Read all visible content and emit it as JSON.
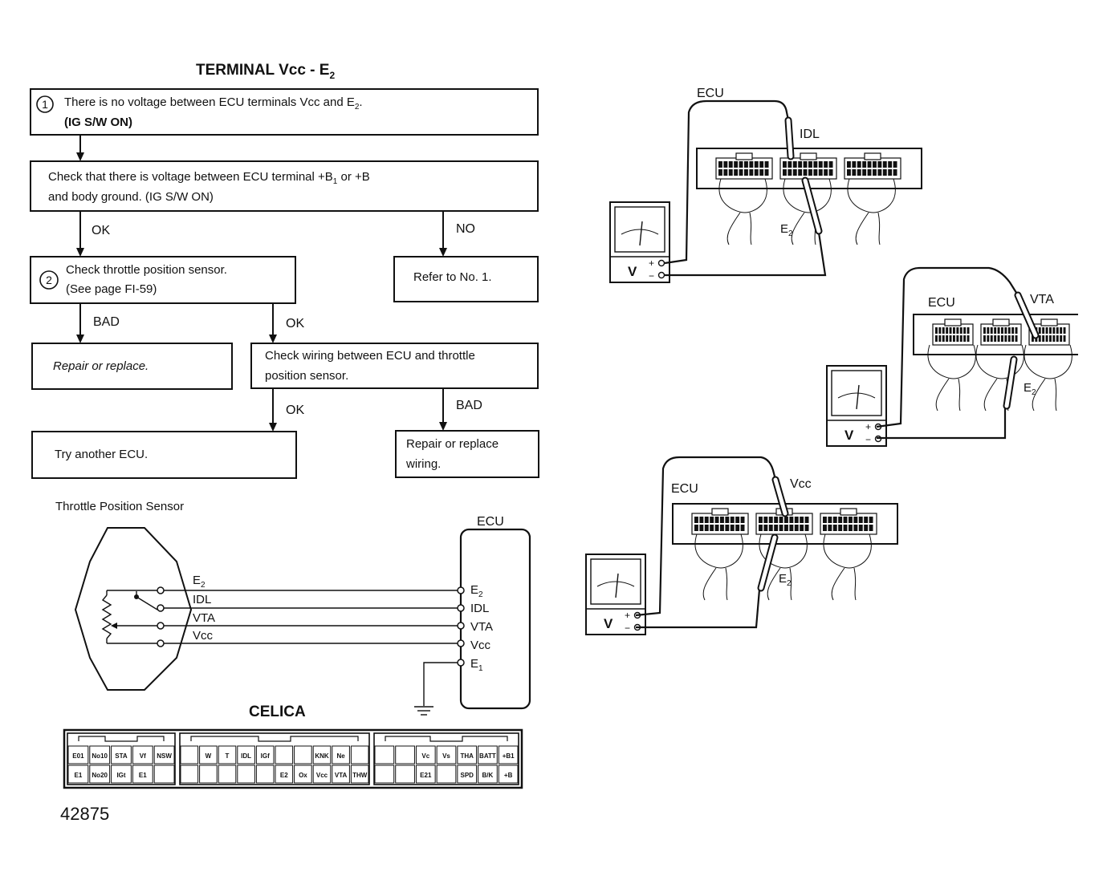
{
  "title_main": "TERMINAL Vcc - E",
  "title_sub": "2",
  "flow": {
    "step1_num": "1",
    "step1_line1_a": "There is no voltage between ECU terminals Vcc and E",
    "step1_line1_sub": "2",
    "step1_line1_b": ".",
    "step1_line2": "(IG S/W ON)",
    "check_b_line1_a": "Check that there is voltage between ECU terminal +B",
    "check_b_line1_sub": "1",
    "check_b_line1_b": " or +B",
    "check_b_line2": "and body ground. (IG S/W ON)",
    "ok1": "OK",
    "no1": "NO",
    "refer": "Refer to No. 1.",
    "step2_num": "2",
    "step2_line1": "Check throttle position sensor.",
    "step2_line2": "(See page FI-59)",
    "bad1": "BAD",
    "ok2": "OK",
    "repair1": "Repair or replace.",
    "wiring_line1": "Check wiring between ECU and throttle",
    "wiring_line2": "position sensor.",
    "ok3": "OK",
    "bad2": "BAD",
    "try_ecu": "Try another ECU.",
    "repair2_line1": "Repair or replace",
    "repair2_line2": "wiring."
  },
  "schematic": {
    "sensor_label": "Throttle Position Sensor",
    "ecu_label": "ECU",
    "left_terminals": [
      {
        "main": "E",
        "sub": "2"
      },
      {
        "main": "IDL",
        "sub": ""
      },
      {
        "main": "VTA",
        "sub": ""
      },
      {
        "main": "Vcc",
        "sub": ""
      }
    ],
    "right_terminals": [
      {
        "main": "E",
        "sub": "2"
      },
      {
        "main": "IDL",
        "sub": ""
      },
      {
        "main": "VTA",
        "sub": ""
      },
      {
        "main": "Vcc",
        "sub": ""
      },
      {
        "main": "E",
        "sub": "1"
      }
    ]
  },
  "connector": {
    "title": "CELICA",
    "block1_top": [
      "E01",
      "No10",
      "STA",
      "Vf",
      "NSW"
    ],
    "block1_bot": [
      "E1",
      "No20",
      "IGt",
      "E1",
      ""
    ],
    "block2_top": [
      "",
      "W",
      "T",
      "IDL",
      "IGf",
      "",
      "",
      "KNK",
      "Ne"
    ],
    "block2_bot": [
      "",
      "",
      "",
      "",
      "",
      "E2",
      "Ox",
      "Vcc",
      "VTA",
      "THW"
    ],
    "block3_top": [
      "",
      "",
      "Vc",
      "Vs",
      "THA",
      "BATT",
      "+B1"
    ],
    "block3_bot": [
      "",
      "",
      "E21",
      "",
      "SPD",
      "B/K",
      "+B"
    ]
  },
  "figure_number": "42875",
  "illustrations": {
    "ecu": "ECU",
    "probe_idl": "IDL",
    "probe_vta": "VTA",
    "probe_vcc": "Vcc",
    "e2_main": "E",
    "e2_sub": "2",
    "meter_v": "V",
    "plus": "+",
    "minus": "−"
  }
}
